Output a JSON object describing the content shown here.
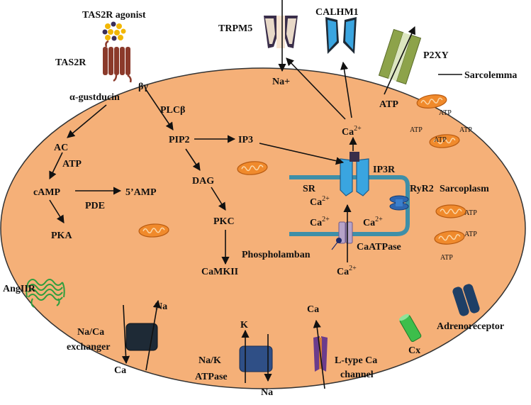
{
  "labels": {
    "tas2r_agonist": "TAS2R agonist",
    "tas2r": "TAS2R",
    "alpha_gustducin": "α-gustducin",
    "beta_gamma": "βγ",
    "plcb": "PLCβ",
    "ac": "AC",
    "atp": "ATP",
    "camp": "cAMP",
    "five_amp": "5’AMP",
    "pde": "PDE",
    "pka": "PKA",
    "pip2": "PIP2",
    "ip3": "IP3",
    "dag": "DAG",
    "pkc": "PKC",
    "camkii": "CaMKII",
    "trpm5": "TRPM5",
    "na_plus": "Na+",
    "calhm1": "CALHM1",
    "p2xy": "P2XY",
    "sarcolemma": "Sarcolemma",
    "ca2": "Ca",
    "ca2_sup": "2+",
    "ip3r": "IP3R",
    "sr": "SR",
    "ryr2": "RyR2",
    "sarcoplasm": "Sarcoplasm",
    "phospholamban": "Phospholamban",
    "caatpase": "CaATPase",
    "angiir": "AngIIR",
    "naca_exchanger_1": "Na/Ca",
    "naca_exchanger_2": "exchanger",
    "na": "Na",
    "ca": "Ca",
    "k": "K",
    "nak_1": "Na/K",
    "nak_2": "ATPase",
    "ltype_1": "L-type Ca",
    "ltype_2": "channel",
    "cx": "Cx",
    "adrenoreceptor": "Adrenoreceptor"
  },
  "mito_atp_label": "ATP",
  "colors": {
    "cell_fill": "#F5B078",
    "cell_stroke": "#333333",
    "sr_membrane": "#3E8FA8",
    "mito_fill": "#F08A2C",
    "ip3r_blue": "#3AA5E0",
    "receptor_brown": "#8B3A2B",
    "agonist_gold": "#F2B705",
    "agonist_dark": "#3A2E5A",
    "na_k_pump": "#2F4F86",
    "angiir_green": "#2E9E3E",
    "cx_green": "#3DBE4B",
    "ltype_purple": "#6B3C8C",
    "adreno_navy": "#1E3F66",
    "p2xy_olive": "#8DA34A"
  }
}
